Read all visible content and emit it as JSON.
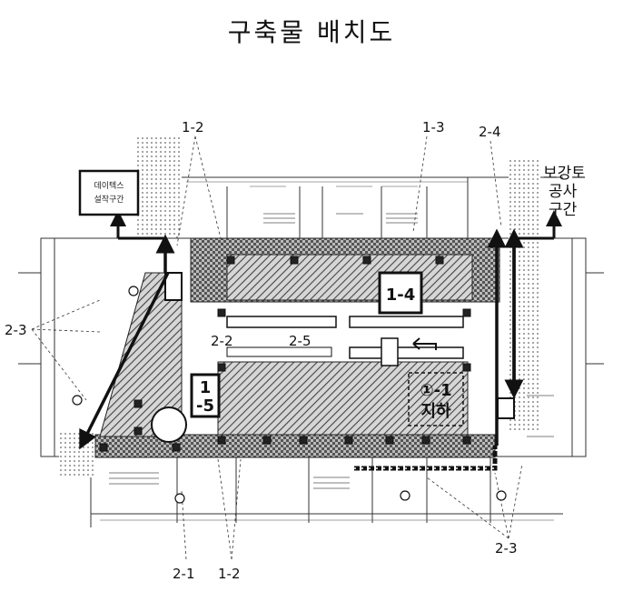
{
  "title": "구축물 배치도",
  "labels": {
    "l_1_2_top": "1-2",
    "l_1_3": "1-3",
    "l_2_4": "2-4",
    "l_2_3_left": "2-3",
    "l_2_2": "2-2",
    "l_2_5": "2-5",
    "l_1_4": "1-4",
    "l_1_5_a": "1",
    "l_1_5_b": "-5",
    "l_1_1_a": "①-1",
    "l_1_1_b": "지하",
    "l_2_1": "2-1",
    "l_1_2_bottom": "1-2",
    "l_2_3_bottom": "2-3"
  },
  "boxes": {
    "left_box_line1": "데이텍스",
    "left_box_line2": "설작구간"
  },
  "side_text": {
    "line1": "보강토",
    "line2": "공사",
    "line3": "구간"
  },
  "colors": {
    "ink": "#111111",
    "hatch": "#555555",
    "paper": "#ffffff"
  }
}
